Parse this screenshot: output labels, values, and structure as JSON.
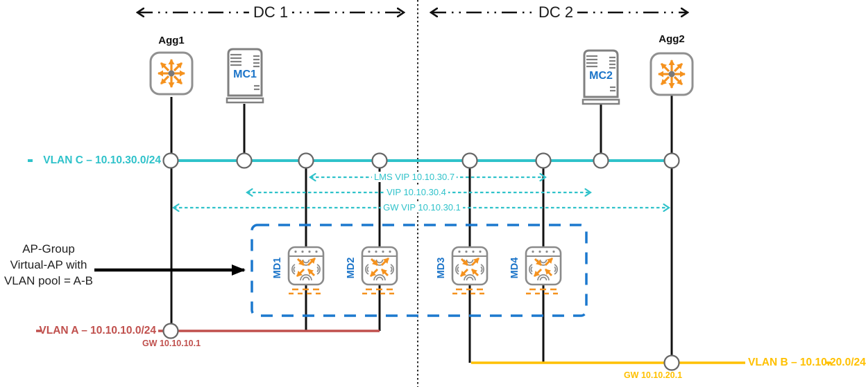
{
  "zones": {
    "dc1": "DC 1",
    "dc2": "DC 2"
  },
  "devices": {
    "agg1": {
      "label": "Agg1",
      "type": "aggregation-switch"
    },
    "agg2": {
      "label": "Agg2",
      "type": "aggregation-switch"
    },
    "mc1": {
      "label": "MC1",
      "type": "mobility-conductor"
    },
    "mc2": {
      "label": "MC2",
      "type": "mobility-conductor"
    },
    "md1": {
      "label": "MD1",
      "type": "mobility-controller"
    },
    "md2": {
      "label": "MD2",
      "type": "mobility-controller"
    },
    "md3": {
      "label": "MD3",
      "type": "mobility-controller"
    },
    "md4": {
      "label": "MD4",
      "type": "mobility-controller"
    }
  },
  "vlans": {
    "vlan_c": {
      "label": "VLAN C – 10.10.30.0/24",
      "color": "#2FC2CA"
    },
    "vlan_a": {
      "label": "VLAN A – 10.10.10.0/24",
      "gateway": "GW 10.10.10.1",
      "color": "#C0504D"
    },
    "vlan_b": {
      "label": "VLAN B – 10.10.20.0/24",
      "gateway": "GW 10.10.20.1",
      "color": "#FFC000"
    }
  },
  "vips": {
    "lms": {
      "label": "LMS VIP 10.10.30.7"
    },
    "vip": {
      "label": "VIP 10.10.30.4"
    },
    "gw_vip": {
      "label": "GW VIP 10.10.30.1"
    }
  },
  "annotation": {
    "text": "AP-Group\nVirtual-AP with\nVLAN pool = A-B"
  },
  "colors": {
    "teal": "#2FC2CA",
    "red": "#C0504D",
    "yellow": "#FFC000",
    "blue": "#1B78CE",
    "orange": "#F5921E",
    "icon_gray": "#8a8a8a",
    "black": "#000000"
  }
}
